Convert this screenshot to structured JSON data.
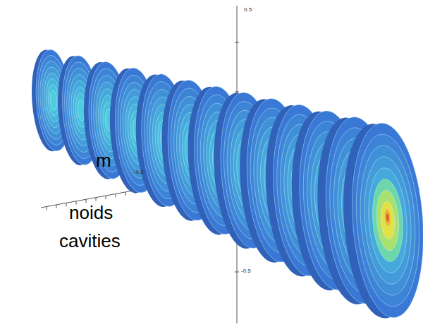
{
  "diagram": {
    "labels": [
      "m",
      "noids",
      "cavities",
      "0.5",
      "-0.5",
      "-0.5"
    ]
  }
}
